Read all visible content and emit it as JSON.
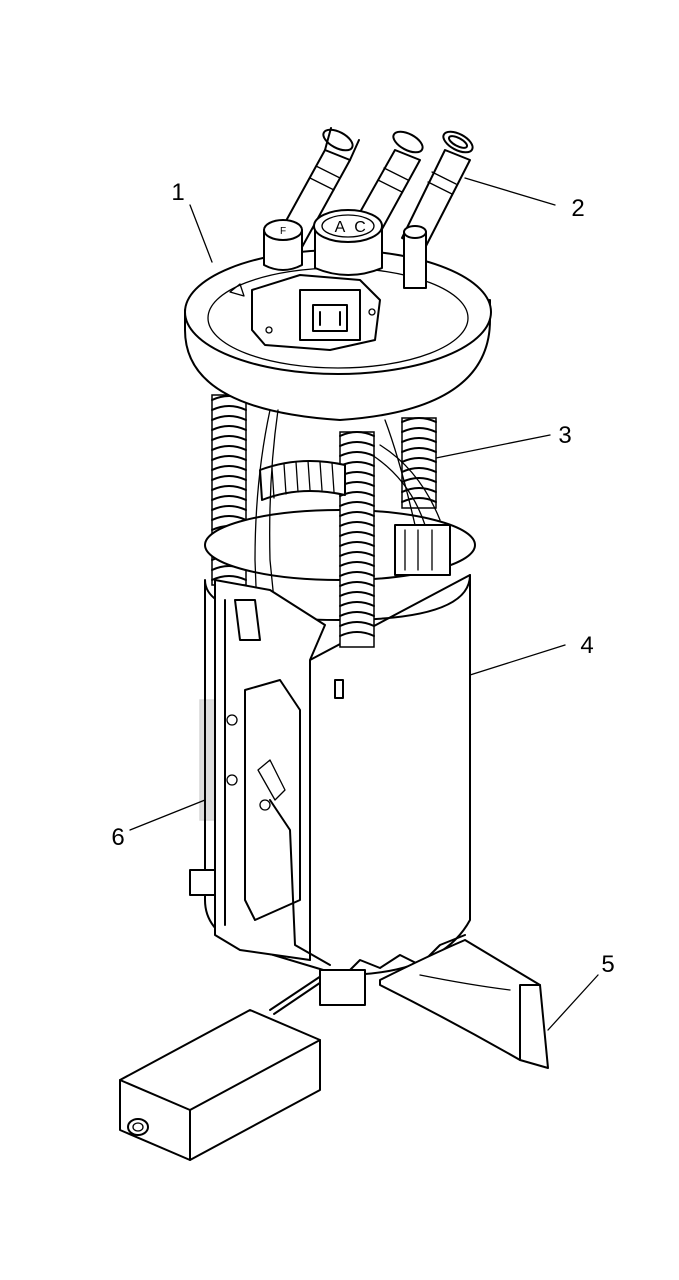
{
  "diagram": {
    "background": "#ffffff",
    "line_color": "#000000",
    "cap_labels": {
      "a": "A",
      "c": "C",
      "f": "F"
    },
    "callouts": [
      {
        "id": "1",
        "label": "1"
      },
      {
        "id": "2",
        "label": "2"
      },
      {
        "id": "3",
        "label": "3"
      },
      {
        "id": "4",
        "label": "4"
      },
      {
        "id": "5",
        "label": "5"
      },
      {
        "id": "6",
        "label": "6"
      }
    ]
  }
}
